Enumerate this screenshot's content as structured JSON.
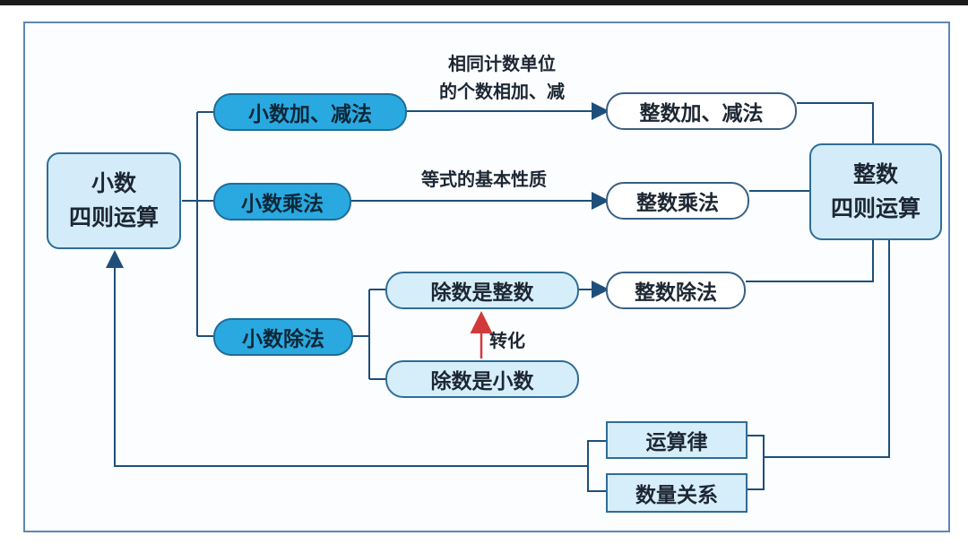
{
  "nodes": {
    "decimal_ops": {
      "line1": "小数",
      "line2": "四则运算"
    },
    "decimal_add_sub": "小数加、减法",
    "decimal_mul": "小数乘法",
    "decimal_div": "小数除法",
    "divisor_integer": "除数是整数",
    "divisor_decimal": "除数是小数",
    "integer_add_sub": "整数加、减法",
    "integer_mul": "整数乘法",
    "integer_div": "整数除法",
    "integer_ops": {
      "line1": "整数",
      "line2": "四则运算"
    },
    "op_laws": "运算律",
    "quantity_relations": "数量关系"
  },
  "labels": {
    "same_unit_line1": "相同计数单位",
    "same_unit_line2": "的个数相加、减",
    "equation_property": "等式的基本性质",
    "transform": "转化"
  },
  "colors": {
    "dark_fill": "#2aa9e0",
    "light_fill": "#d6eefa",
    "line": "#1e4f7a",
    "arrow_red": "#d23a3a"
  }
}
